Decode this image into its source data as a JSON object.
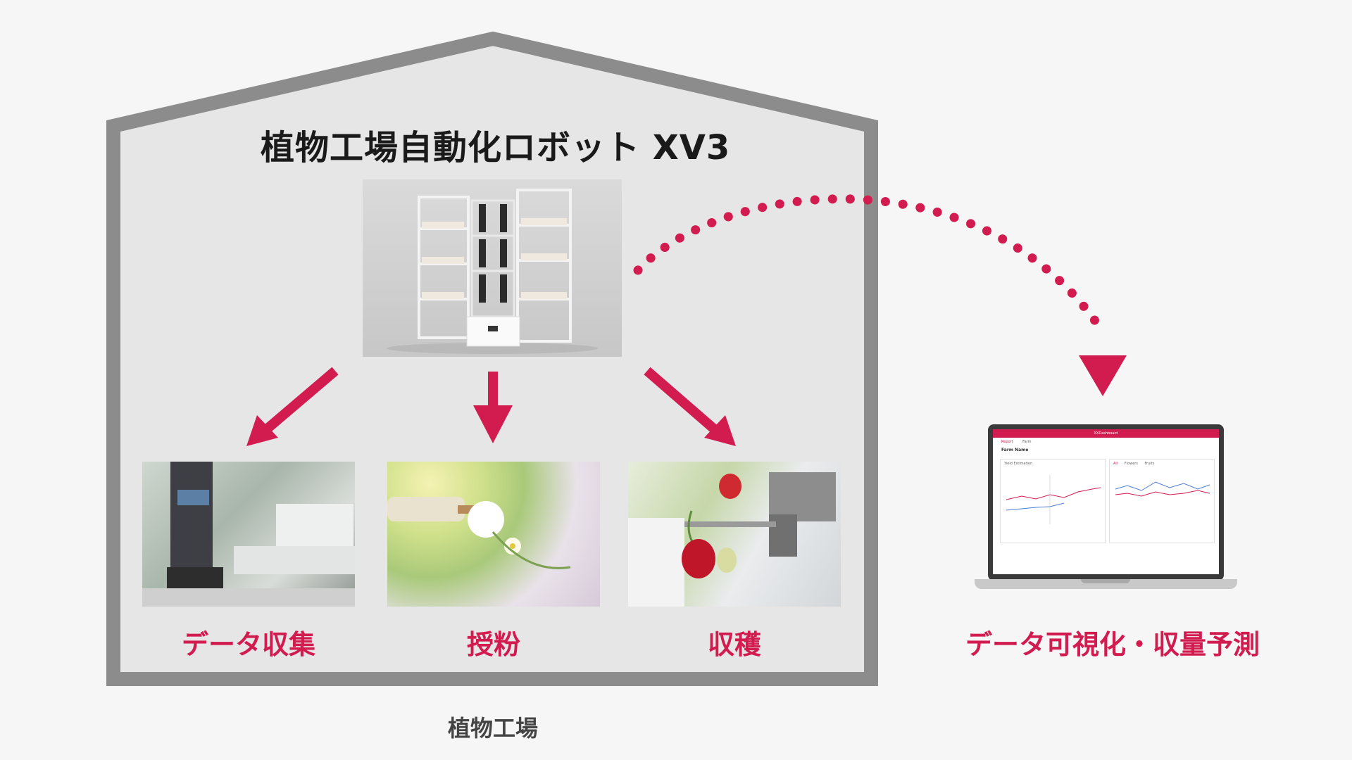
{
  "title": "植物工場自動化ロボット XV3",
  "factory_label": "植物工場",
  "tasks": [
    {
      "label": "データ収集"
    },
    {
      "label": "授粉"
    },
    {
      "label": "収穫"
    }
  ],
  "output_label": "データ可視化・収量予測",
  "colors": {
    "accent": "#d21b4f",
    "house_fill": "#e6e6e6",
    "house_stroke": "#8c8c8c",
    "background": "#f6f6f6"
  },
  "dashboard": {
    "header": "XXDashboard",
    "tabs": [
      "Report",
      "Farm"
    ],
    "farm_name": "Farm Name",
    "card1_title": "Yield Estimation",
    "card2_tabs": [
      "All",
      "Flowers",
      "Fruits"
    ]
  }
}
